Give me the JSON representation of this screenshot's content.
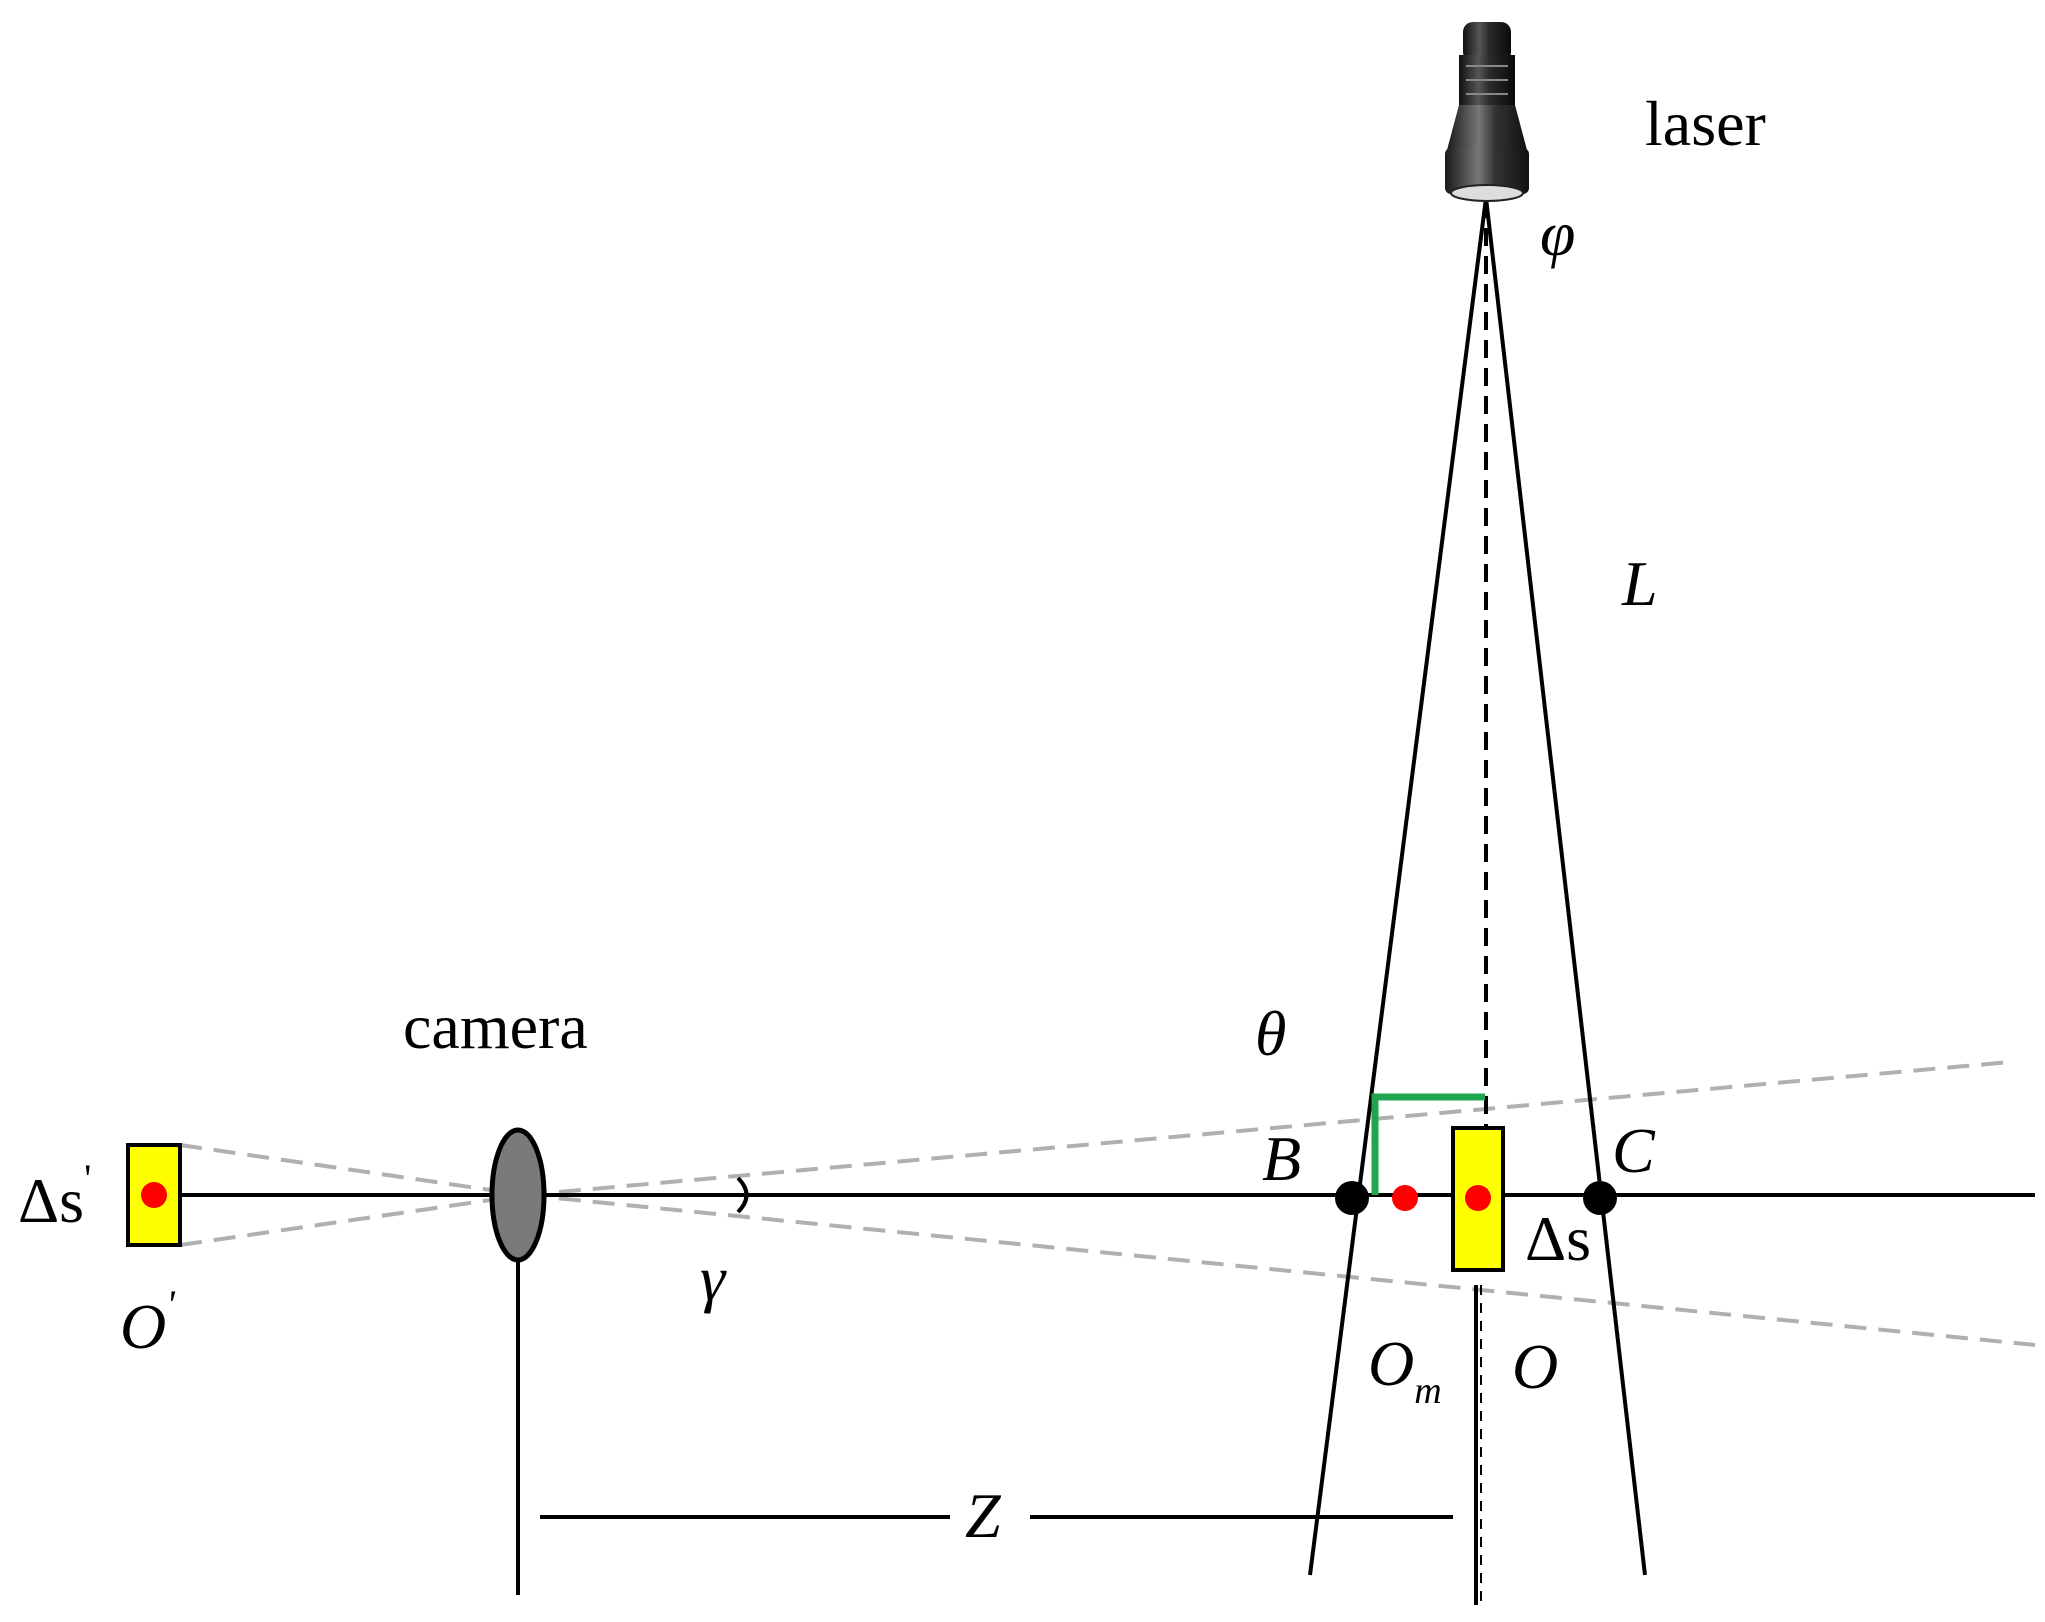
{
  "labels": {
    "laser": "laser",
    "camera": "camera",
    "phi": "φ",
    "L": "L",
    "theta": "θ",
    "gamma": "γ",
    "B": "B",
    "C": "C",
    "O": "O",
    "O_m_base": "O",
    "O_m_sub": "m",
    "O_prime_base": "O",
    "O_prime_mark": "'",
    "delta_s": "Δs",
    "delta_s_prime_base": "Δs",
    "delta_s_prime_mark": "'",
    "Z": "Z"
  },
  "colors": {
    "line": "#000000",
    "dashed_gray": "#b0b0b0",
    "green_marker": "#1fa64f",
    "yellow_box": "#ffff00",
    "red_dot": "#ff0000",
    "lens_fill": "#7a7a7a"
  },
  "icons": {
    "laser": "flashlight-laser-icon",
    "camera": "lens-ellipse-icon"
  }
}
